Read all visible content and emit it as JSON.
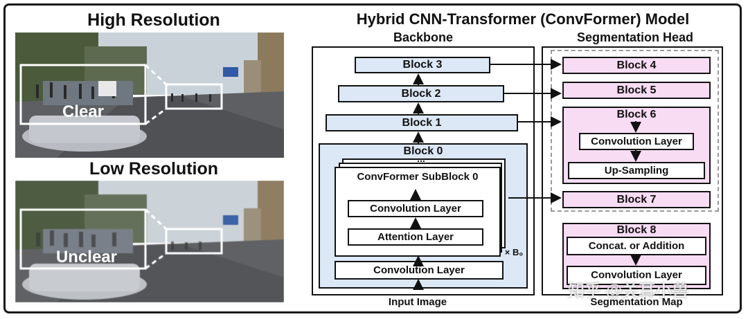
{
  "left": {
    "high_title": "High Resolution",
    "low_title": "Low Resolution",
    "clear_label": "Clear",
    "unclear_label": "Unclear"
  },
  "diagram": {
    "title": "Hybrid CNN-Transformer (ConvFormer) Model",
    "backbone_label": "Backbone",
    "head_label": "Segmentation Head",
    "block3": "Block 3",
    "block2": "Block 2",
    "block1": "Block 1",
    "block0": "Block 0",
    "subblock_ellipsis": "...",
    "subblock": "ConvFormer SubBlock 0",
    "sub_conv": "Convolution Layer",
    "sub_attn": "Attention Layer",
    "times_b0": "× B₀",
    "base_conv": "Convolution Layer",
    "input_label": "Input Image",
    "block4": "Block 4",
    "block5": "Block 5",
    "block6": "Block 6",
    "b6_conv": "Convolution Layer",
    "b6_up": "Up-Sampling",
    "block7": "Block 7",
    "block8": "Block 8",
    "b8_concat": "Concat. or Addition",
    "b8_conv": "Convolution Layer",
    "output_label": "Segmentation Map"
  },
  "watermark": "知乎 @关耳小兽",
  "colors": {
    "backbone_fill": "#dce8f5",
    "head_fill": "#f8dcf4"
  }
}
